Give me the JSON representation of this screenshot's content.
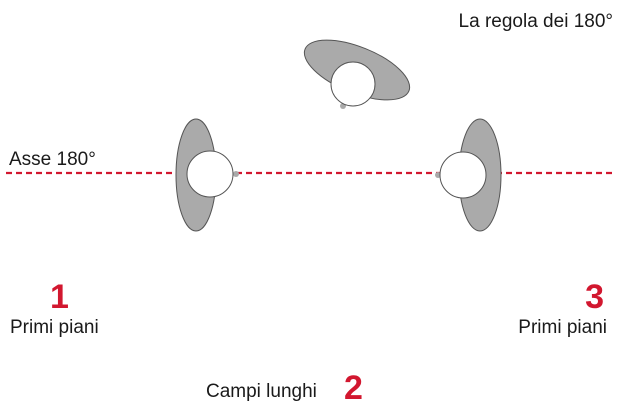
{
  "title": "La regola dei 180°",
  "axis": {
    "label": "Asse 180°",
    "color": "#d2172f"
  },
  "figure_colors": {
    "body_fill": "#aaaaaa",
    "body_stroke": "#555555",
    "head_fill": "#ffffff",
    "nose_fill": "#aaaaaa"
  },
  "cameras": [
    {
      "number": "1",
      "label": "Primi piani"
    },
    {
      "number": "2",
      "label": "Campi lunghi"
    },
    {
      "number": "3",
      "label": "Primi piani"
    }
  ],
  "number_color": "#d2172f"
}
